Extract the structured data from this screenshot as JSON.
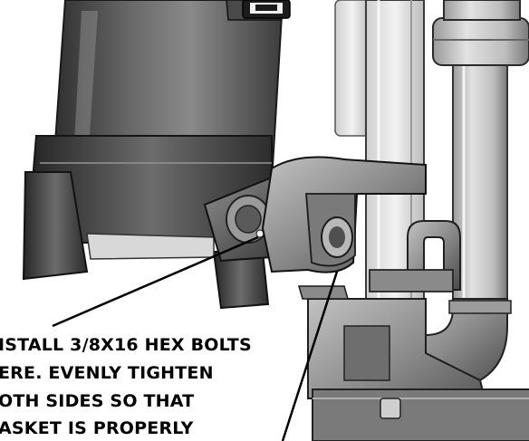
{
  "callout": {
    "lines": [
      "ISTALL 3/8X16 HEX BOLTS",
      "ERE. EVENLY TIGHTEN",
      "OTH SIDES SO THAT",
      "ASKET IS PROPERLY"
    ]
  },
  "colors": {
    "background": "#ffffff",
    "ink": "#000000",
    "casting_dark": "#3a3a3a",
    "casting_mid": "#6e6e6e",
    "casting_light": "#b9b9b9",
    "pipe_light": "#d6d6d6"
  }
}
